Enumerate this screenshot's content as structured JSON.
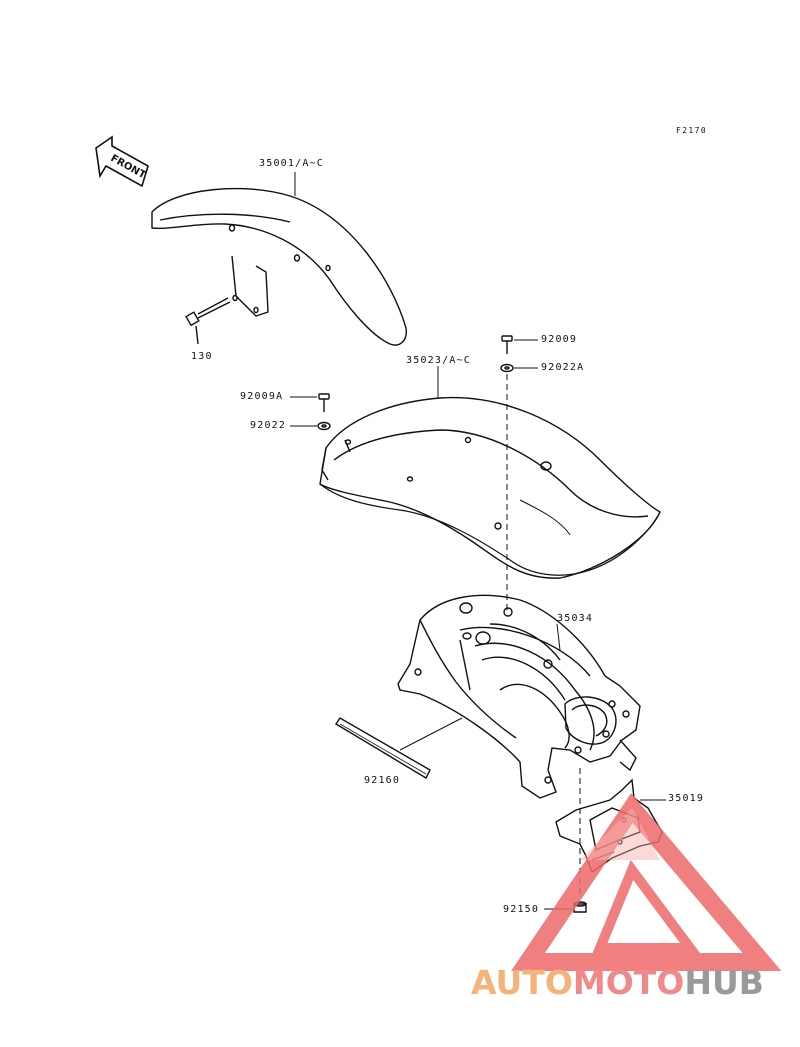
{
  "diagram_code": "F2170",
  "front_label": "FRONT",
  "labels": {
    "front_fender": "35001/A~C",
    "bolt_front": "130",
    "rear_fender": "35023/A~C",
    "bolt_92009": "92009",
    "washer_92022A": "92022A",
    "bolt_92009A": "92009A",
    "washer_92022": "92022",
    "rear_inner_fender": "35034",
    "pad_92160": "92160",
    "bracket_35019": "35019",
    "cap_92150": "92150"
  },
  "watermark": {
    "part1": "AUTO",
    "part2": "MOTO",
    "part3": "HUB",
    "colors": {
      "orange": "#f5b37a",
      "red": "#f08a8a",
      "gray": "#9a9a9a"
    }
  }
}
